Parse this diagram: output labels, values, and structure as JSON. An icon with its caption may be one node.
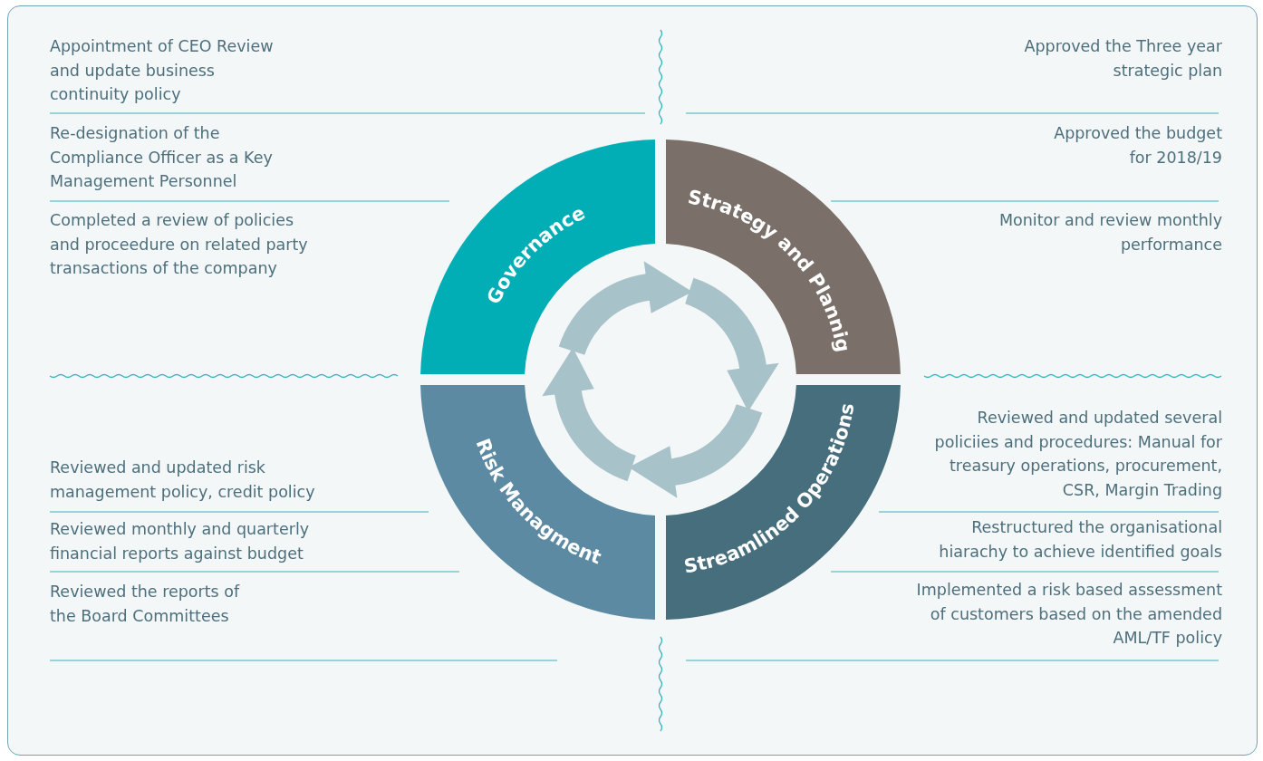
{
  "diagram": {
    "nodes": [
      {
        "text": [
          "Governance"
        ]
      },
      {
        "text": [
          "Strategy and Plannig"
        ]
      },
      {
        "text": [
          "Risk Managment"
        ]
      },
      {
        "text": [
          "Streamlined Operations"
        ]
      }
    ],
    "labels": [
      "Appointment of CEO Review and update business continuity policy",
      "Re-designation of the Compliance Officer as a Key Management Personnel",
      "Completed a review of policies and proceedure on related party transactions of the company",
      "Approved the Three year strategic plan",
      "Approved the budget for 2018/19",
      "Monitor and review monthly performance",
      "Reviewed and updated risk management policy, credit policy",
      "Reviewed monthly and quarterly financial reports against budget",
      "Reviewed the reports of the Board Committees",
      "Reviewed and updated several policiies and procedures: Manual for treasury operations, procurement, CSR, Margin Trading",
      "Restructured the organisational hiarachy to achieve identified goals",
      "Implemented a risk based assessment of customers based on the amended AML/TF policy"
    ]
  }
}
